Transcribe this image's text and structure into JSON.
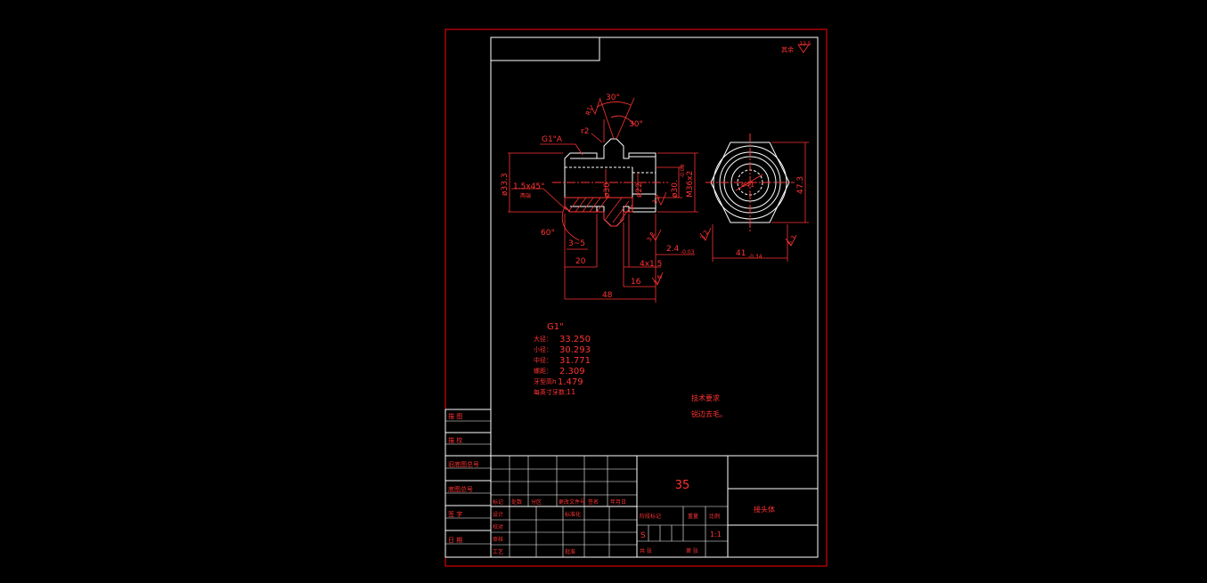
{
  "colors": {
    "background": "#000000",
    "frame": "#ff0000",
    "lines": "#ffffff",
    "dims": "#ff3333"
  },
  "roughness": {
    "symbol_value": "12.5",
    "label": "其余"
  },
  "dimensions": {
    "ang1": "30°",
    "ang2": "30°",
    "cham_r": "R1",
    "r2": "r2",
    "g_ref": "G1\"A",
    "d333": "ø33.3",
    "chamfer": "1.5x45°",
    "chamfer_sub": "两端",
    "d30": "ø30",
    "d22": "ø22",
    "d30_tol_main": "ø30.",
    "d30_tol": "-0.08",
    "m36": "M36x2",
    "ang60": "60°",
    "len35": "3~5",
    "len20": "20",
    "len48": "48",
    "len16": "16",
    "len4x15": "4x1.5",
    "len24_main": "2.4",
    "len24_tol": "-0.03",
    "ra32a": "3.2",
    "ra32b": "3.2",
    "ra16": "1.6",
    "ra63": "6.3",
    "ra32c": "3.2",
    "d41": "ø41",
    "d473": "47.3",
    "len41_main": "41",
    "len41_tol": "-0.34"
  },
  "thread_table": {
    "title": "G1\"",
    "rows": [
      {
        "label": "大径：",
        "value": "33.250"
      },
      {
        "label": "小径：",
        "value": "30.293"
      },
      {
        "label": "中径：",
        "value": "31.771"
      },
      {
        "label": "螺距：",
        "value": "2.309"
      },
      {
        "label": "牙型高h",
        "value": "1.479"
      },
      {
        "label": "每英寸牙数：",
        "value": "11"
      }
    ]
  },
  "tech_requirements": {
    "title": "技术要求",
    "line1": "锐边去毛。"
  },
  "side_strip": {
    "cells": [
      "描  图",
      "描  校",
      "旧底图总号",
      "底图总号",
      "签  字",
      "日  期"
    ]
  },
  "title_block": {
    "material": "35",
    "part_name": "接头体",
    "rev_headers": [
      "标记",
      "处数",
      "分区",
      "更改文件号",
      "签名",
      "年月日"
    ],
    "role_labels": [
      "设计",
      "校对",
      "审核",
      "工艺"
    ],
    "bottom_labels": [
      "标准化",
      "批准"
    ],
    "stage_label": "阶段标记",
    "weight_label": "重量",
    "scale_label": "比例",
    "stage_mark": "S",
    "scale_value": "1:1",
    "sheet_total": "共  张",
    "sheet_no": "第  张"
  }
}
